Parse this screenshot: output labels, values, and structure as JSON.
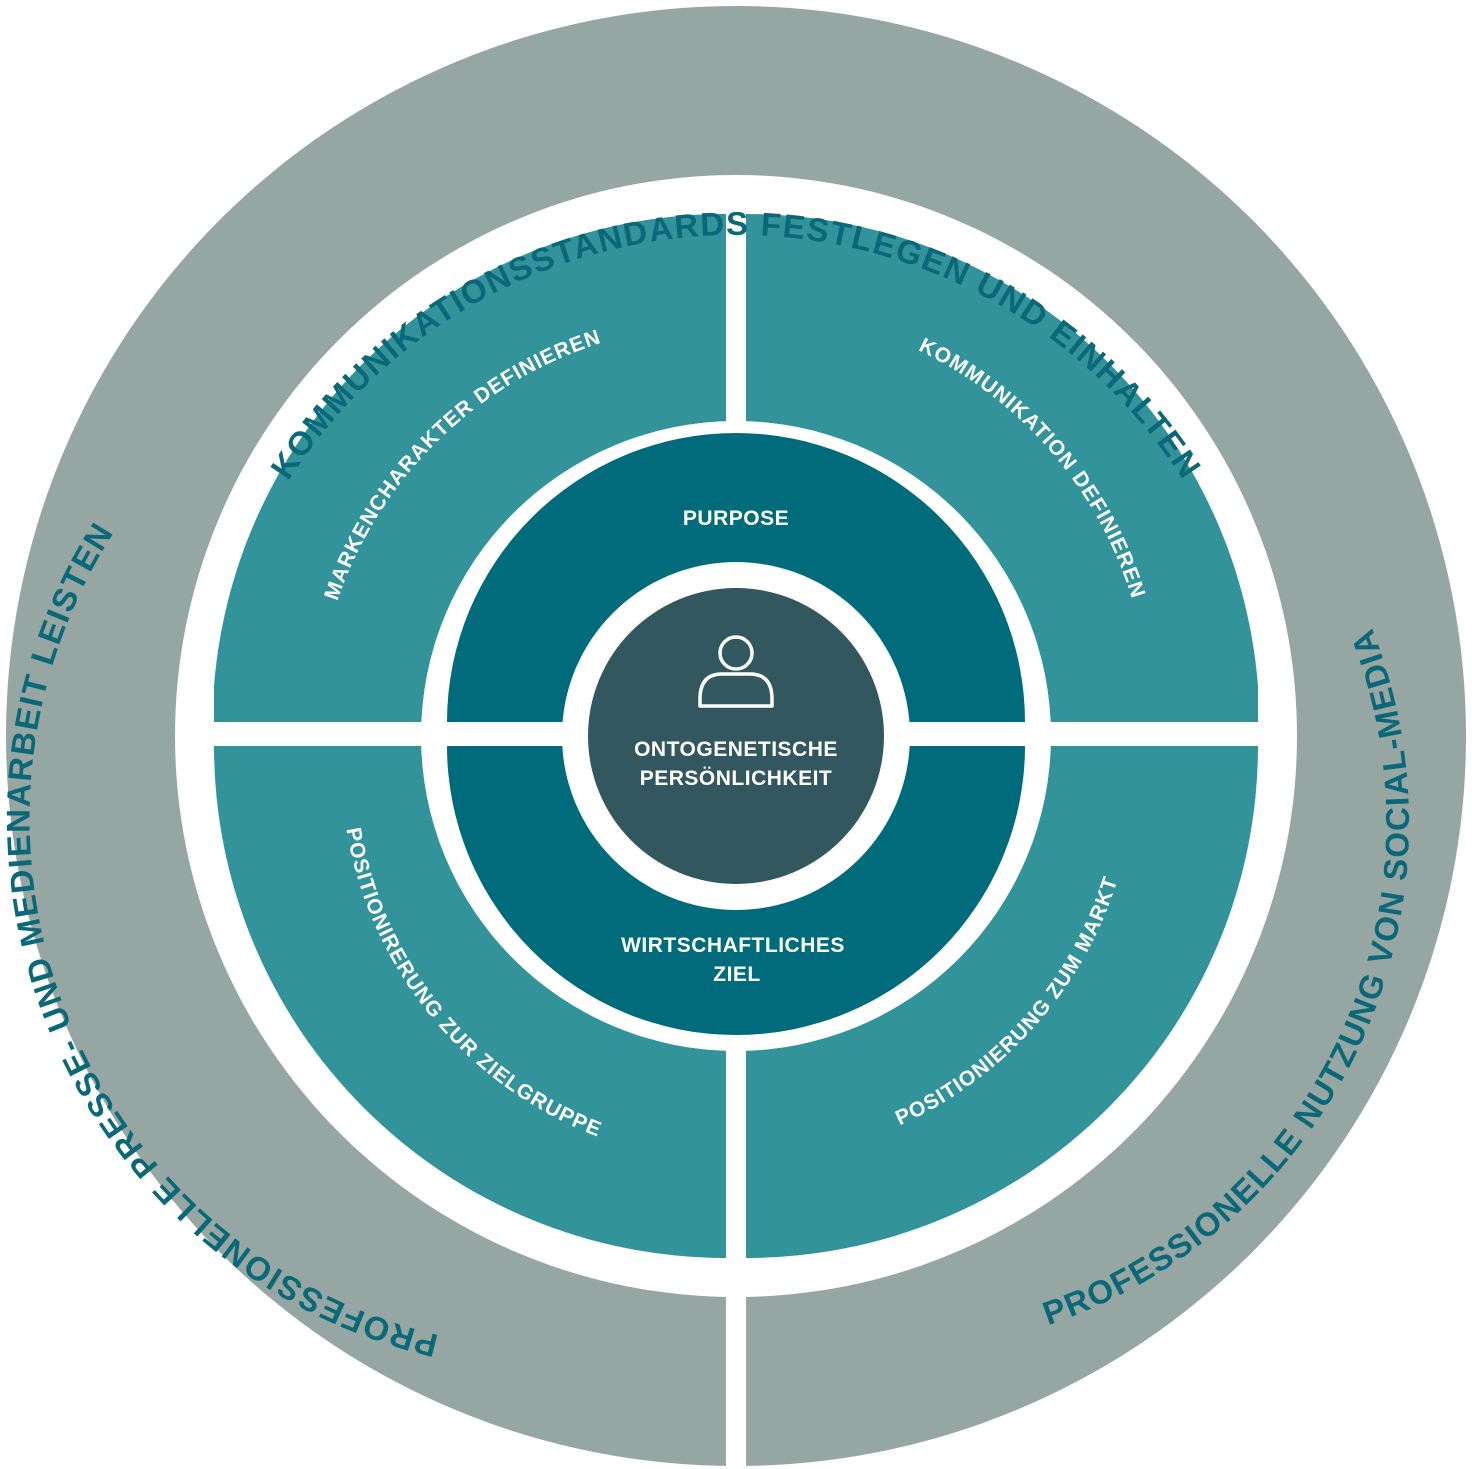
{
  "outer_ring": {
    "top": "KOMMUNIKATIONSSTANDARDS FESTLEGEN UND EINHALTEN",
    "left": "PROFESSIONELLE PRESSE- UND MEDIENARBEIT LEISTEN",
    "right": "PROFESSIONELLE NUTZUNG VON SOCIAL-MEDIA"
  },
  "middle_ring": {
    "top_left": "MARKENCHARAKTER DEFINIEREN",
    "top_right": "KOMMUNIKATION DEFINIEREN",
    "bottom_left": "POSITIONIRERUNG ZUR ZIELGRUPPE",
    "bottom_right": "POSITIONIERUNG ZUM MARKT"
  },
  "inner_ring": {
    "top": "PURPOSE",
    "bottom_line1": "WIRTSCHAFTLICHES",
    "bottom_line2": "ZIEL"
  },
  "core": {
    "icon": "person-icon",
    "line1": "ONTOGENETISCHE",
    "line2": "PERSÖNLICHKEIT"
  },
  "colors": {
    "outer_ring": "#96a6a3",
    "middle_ring": "#33939b",
    "inner_ring": "#006b7a",
    "core": "#32575f",
    "outer_text": "#0b6878",
    "inner_text": "#ffffff"
  }
}
